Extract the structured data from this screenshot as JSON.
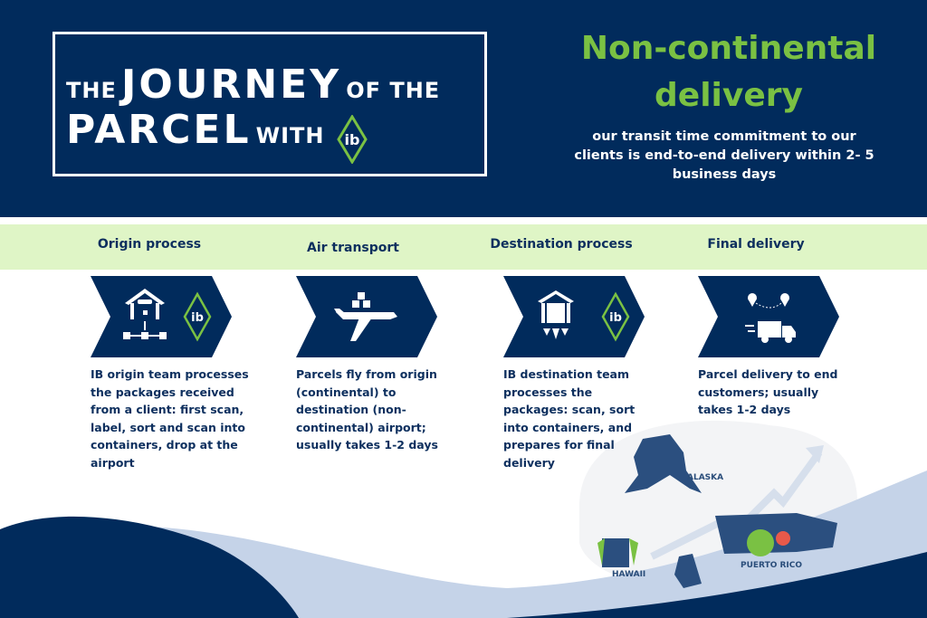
{
  "title": {
    "the": "THE",
    "journey": "JOURNEY",
    "of_the": "OF THE",
    "parcel": "PARCEL",
    "with": "WITH",
    "logo_text": "ib"
  },
  "headline": {
    "line1": "Non-continental",
    "line2": "delivery",
    "subtitle": "our transit time commitment to our clients is end-to-end delivery within 2- 5 business days"
  },
  "steps": [
    {
      "heading": "Origin process",
      "icon": "warehouse-icon",
      "description": "IB origin team processes the packages received from a client: first scan, label, sort and scan into containers, drop at the airport"
    },
    {
      "heading": "Air transport",
      "icon": "airplane-icon",
      "description": "Parcels fly from origin (continental) to destination (non-continental) airport; usually takes 1-2 days"
    },
    {
      "heading": "Destination process",
      "icon": "warehouse-unload-icon",
      "description": "IB destination team processes the packages: scan, sort into containers, and prepares for final delivery"
    },
    {
      "heading": "Final delivery",
      "icon": "delivery-truck-icon",
      "description": "Parcel delivery to end customers; usually takes 1-2 days"
    }
  ],
  "map": {
    "alaska": "ALASKA",
    "hawaii": "HAWAII",
    "puerto_rico": "PUERTO RICO"
  },
  "colors": {
    "navy": "#012b5c",
    "green": "#7ac143",
    "light_green": "#dff5c6",
    "light_blue": "#c5d3e8"
  }
}
